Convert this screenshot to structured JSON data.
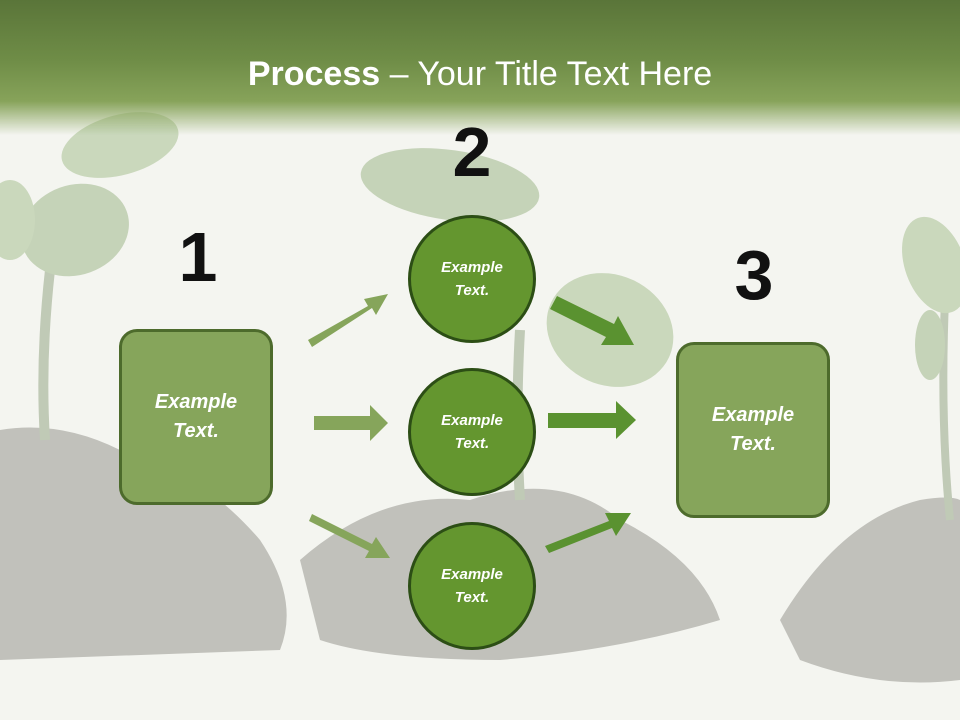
{
  "slide": {
    "title_bold": "Process",
    "title_rest": " – Your Title Text Here"
  },
  "steps": [
    {
      "number": "1",
      "text": "Example\nText."
    },
    {
      "number": "2",
      "text": ""
    },
    {
      "number": "3",
      "text": "Example\nText."
    }
  ],
  "circles": [
    {
      "text": "Example\nText."
    },
    {
      "text": "Example\nText."
    },
    {
      "text": "Example\nText."
    }
  ],
  "colors": {
    "box_fill": "#86a55b",
    "circle_fill": "#64962f",
    "arrow_light": "#86a55b",
    "arrow_dark": "#5a9230"
  }
}
